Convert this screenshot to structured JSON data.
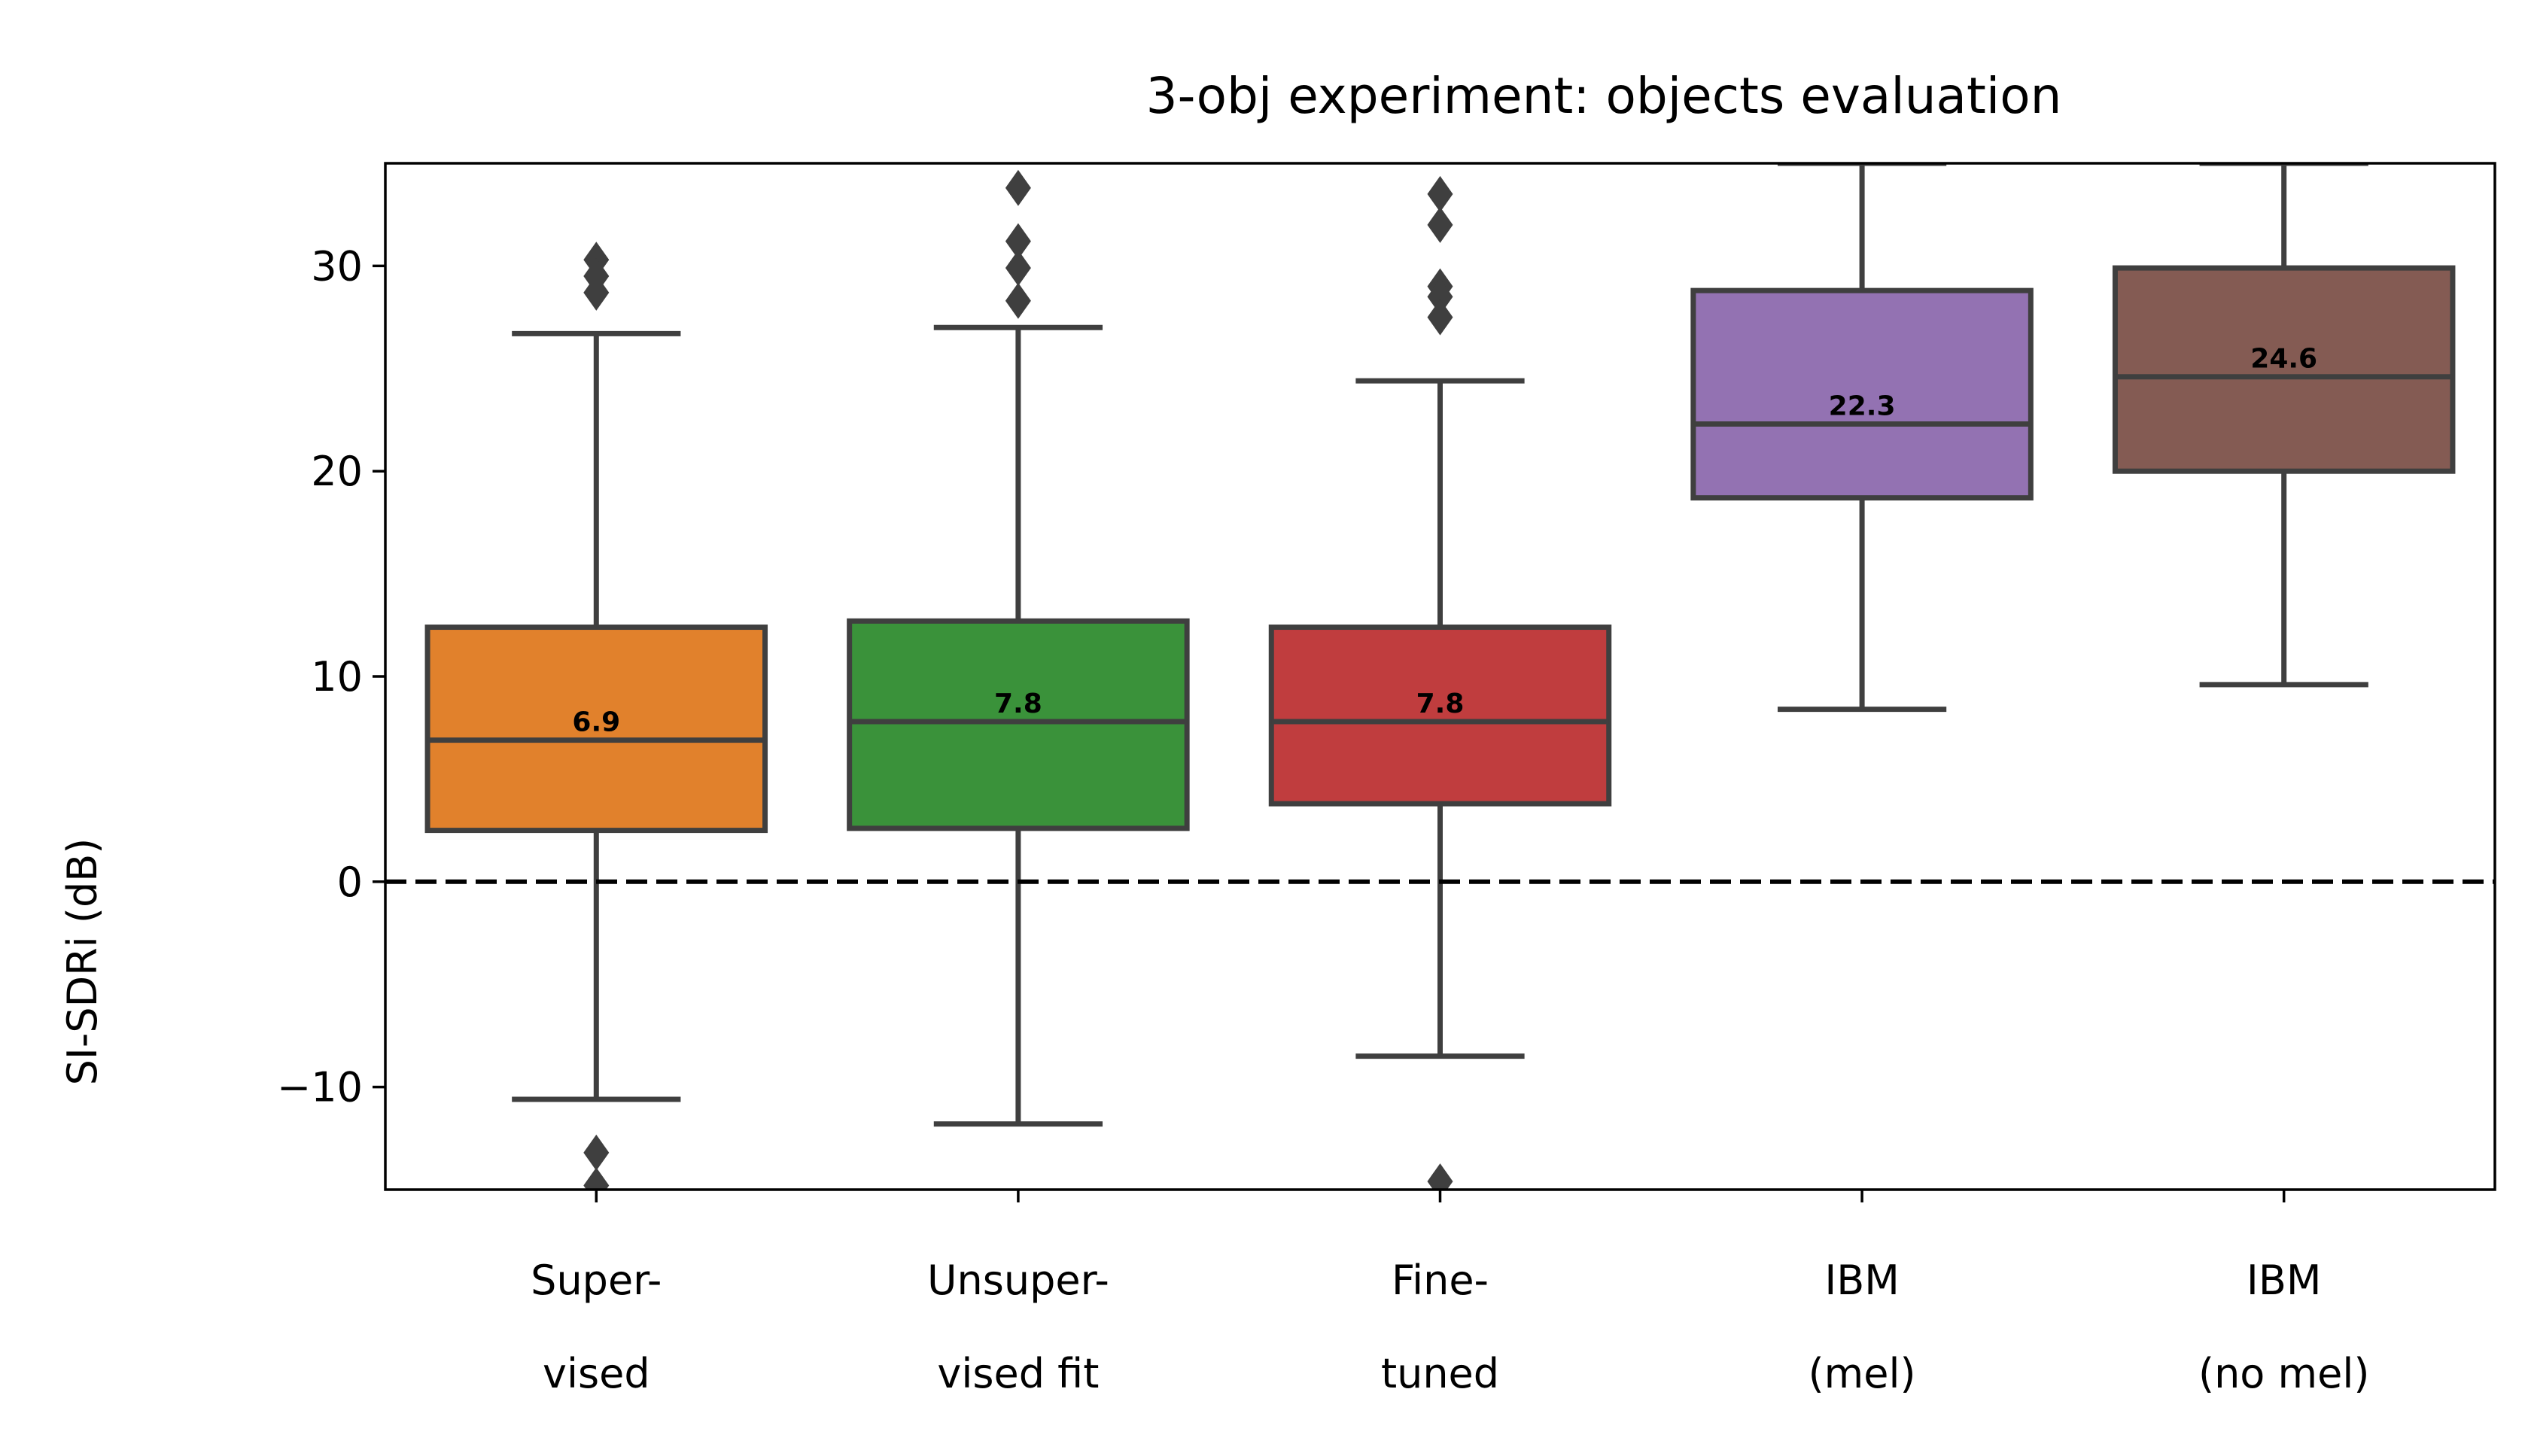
{
  "chart_data": {
    "type": "box",
    "title": "3-obj experiment: objects evaluation",
    "xlabel": "",
    "ylabel": "SI-SDRi (dB)",
    "ylim": [
      -15,
      35
    ],
    "yticks": [
      -10,
      0,
      10,
      20,
      30
    ],
    "ytick_labels": [
      "−10",
      "0",
      "10",
      "20",
      "30"
    ],
    "grid": false,
    "reference_line": {
      "y": 0,
      "style": "dashed",
      "color": "#000000"
    },
    "categories": [
      {
        "lines": [
          "Super-",
          "vised"
        ]
      },
      {
        "lines": [
          "Unsuper-",
          "vised fit"
        ]
      },
      {
        "lines": [
          "Fine-",
          "tuned"
        ]
      },
      {
        "lines": [
          "IBM",
          "(mel)"
        ]
      },
      {
        "lines": [
          "IBM",
          "(no mel)"
        ]
      }
    ],
    "boxes": [
      {
        "q1": 2.5,
        "median": 6.9,
        "q3": 12.4,
        "whisker_low": -10.6,
        "whisker_high": 26.7,
        "outliers": [
          30.3,
          29.5,
          28.7,
          -13.2,
          -14.8
        ],
        "median_label": "6.9",
        "color": "#e1812c"
      },
      {
        "q1": 2.6,
        "median": 7.8,
        "q3": 12.7,
        "whisker_low": -11.8,
        "whisker_high": 27.0,
        "outliers": [
          33.8,
          31.2,
          29.9,
          28.3
        ],
        "median_label": "7.8",
        "color": "#3a923a"
      },
      {
        "q1": 3.8,
        "median": 7.8,
        "q3": 12.4,
        "whisker_low": -8.5,
        "whisker_high": 24.4,
        "outliers": [
          33.5,
          32.0,
          29.0,
          28.5,
          27.5,
          -14.6
        ],
        "median_label": "7.8",
        "color": "#c03d3e"
      },
      {
        "q1": 18.7,
        "median": 22.3,
        "q3": 28.8,
        "whisker_low": 8.4,
        "whisker_high": 35.0,
        "outliers": [],
        "median_label": "22.3",
        "color": "#9372b2"
      },
      {
        "q1": 20.0,
        "median": 24.6,
        "q3": 29.9,
        "whisker_low": 9.6,
        "whisker_high": 35.0,
        "outliers": [],
        "median_label": "24.6",
        "color": "#845b53"
      }
    ],
    "line_color": "#3f3f3f"
  }
}
